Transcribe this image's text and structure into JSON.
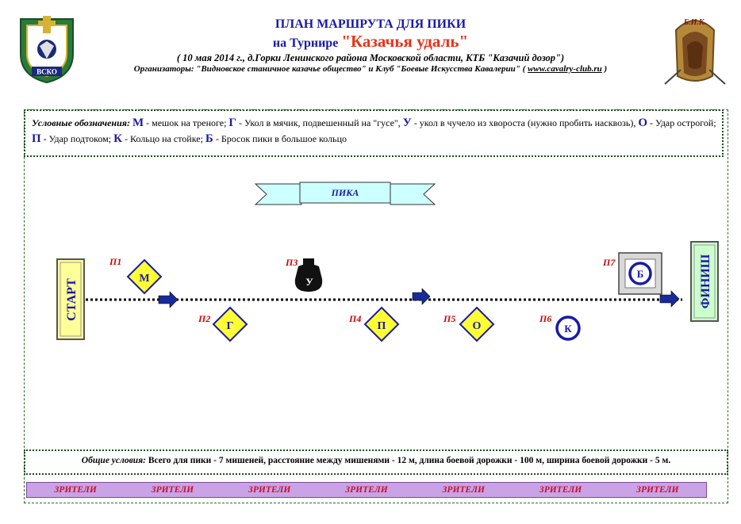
{
  "header": {
    "title": "ПЛАН МАРШРУТА ДЛЯ ПИКИ",
    "tournament_prefix": "на Турнире ",
    "tournament_name": "\"Казачья удаль\"",
    "subtitle": "( 10 мая 2014 г., д.Горки Ленинского района Московской области, КТБ \"Казачий дозор\")",
    "organizers_prefix": "Организаторы: \"Видновское станичное казачье общество\" и Клуб \"Боевые Искусства Кавалерии\" ( ",
    "organizers_link": "www.cavalry-club.ru",
    "organizers_suffix": " )",
    "emblem_left_text": "ВСКО",
    "emblem_right_text": "Б.И.К."
  },
  "legend": {
    "label": "Условные обозначения:",
    "items": [
      {
        "key": "М",
        "text": " - мешок на треноге; "
      },
      {
        "key": "Г",
        "text": " - Укол в мячик, подвешенный на \"гусе\", "
      },
      {
        "key": "У",
        "text": " - укол в чучело из хвороста (нужно пробить насквозь), "
      },
      {
        "key": "О",
        "text": " - Удар острогой; "
      },
      {
        "key": "П",
        "text": " - Удар подтоком; "
      },
      {
        "key": "К",
        "text": " - Кольцо на стойке; "
      },
      {
        "key": "Б",
        "text": " - Бросок пики в большое кольцо"
      }
    ]
  },
  "banner": {
    "label": "ПИКА"
  },
  "course": {
    "start_label": "СТАРТ",
    "finish_label": "ФИНИШ",
    "targets": [
      {
        "pos": "П1",
        "key": "М",
        "shape": "diamond"
      },
      {
        "pos": "П2",
        "key": "Г",
        "shape": "diamond"
      },
      {
        "pos": "П3",
        "key": "У",
        "shape": "sack"
      },
      {
        "pos": "П4",
        "key": "П",
        "shape": "diamond"
      },
      {
        "pos": "П5",
        "key": "О",
        "shape": "diamond"
      },
      {
        "pos": "П6",
        "key": "К",
        "shape": "ring"
      },
      {
        "pos": "П7",
        "key": "Б",
        "shape": "framed-ring"
      }
    ]
  },
  "general": {
    "label": "Общие условия:",
    "text": " Всего для пики - 7 мишеней, расстояние между мишенями - 12 м, длина боевой дорожки - 100 м, ширина боевой дорожки - 5 м."
  },
  "spectators": [
    "ЗРИТЕЛИ",
    "ЗРИТЕЛИ",
    "ЗРИТЕЛИ",
    "ЗРИТЕЛИ",
    "ЗРИТЕЛИ",
    "ЗРИТЕЛИ",
    "ЗРИТЕЛИ"
  ],
  "colors": {
    "title": "#1a1aa6",
    "event": "#e8331a",
    "target_fill": "#ffff33",
    "target_border": "#1a1aa6",
    "start_fill": "#ffff99",
    "finish_fill": "#ccffcc",
    "spectators_bg": "#caa2e6",
    "spectators_text": "#c4122a",
    "banner_fill": "#ccffff",
    "positions": "#cc0000"
  }
}
